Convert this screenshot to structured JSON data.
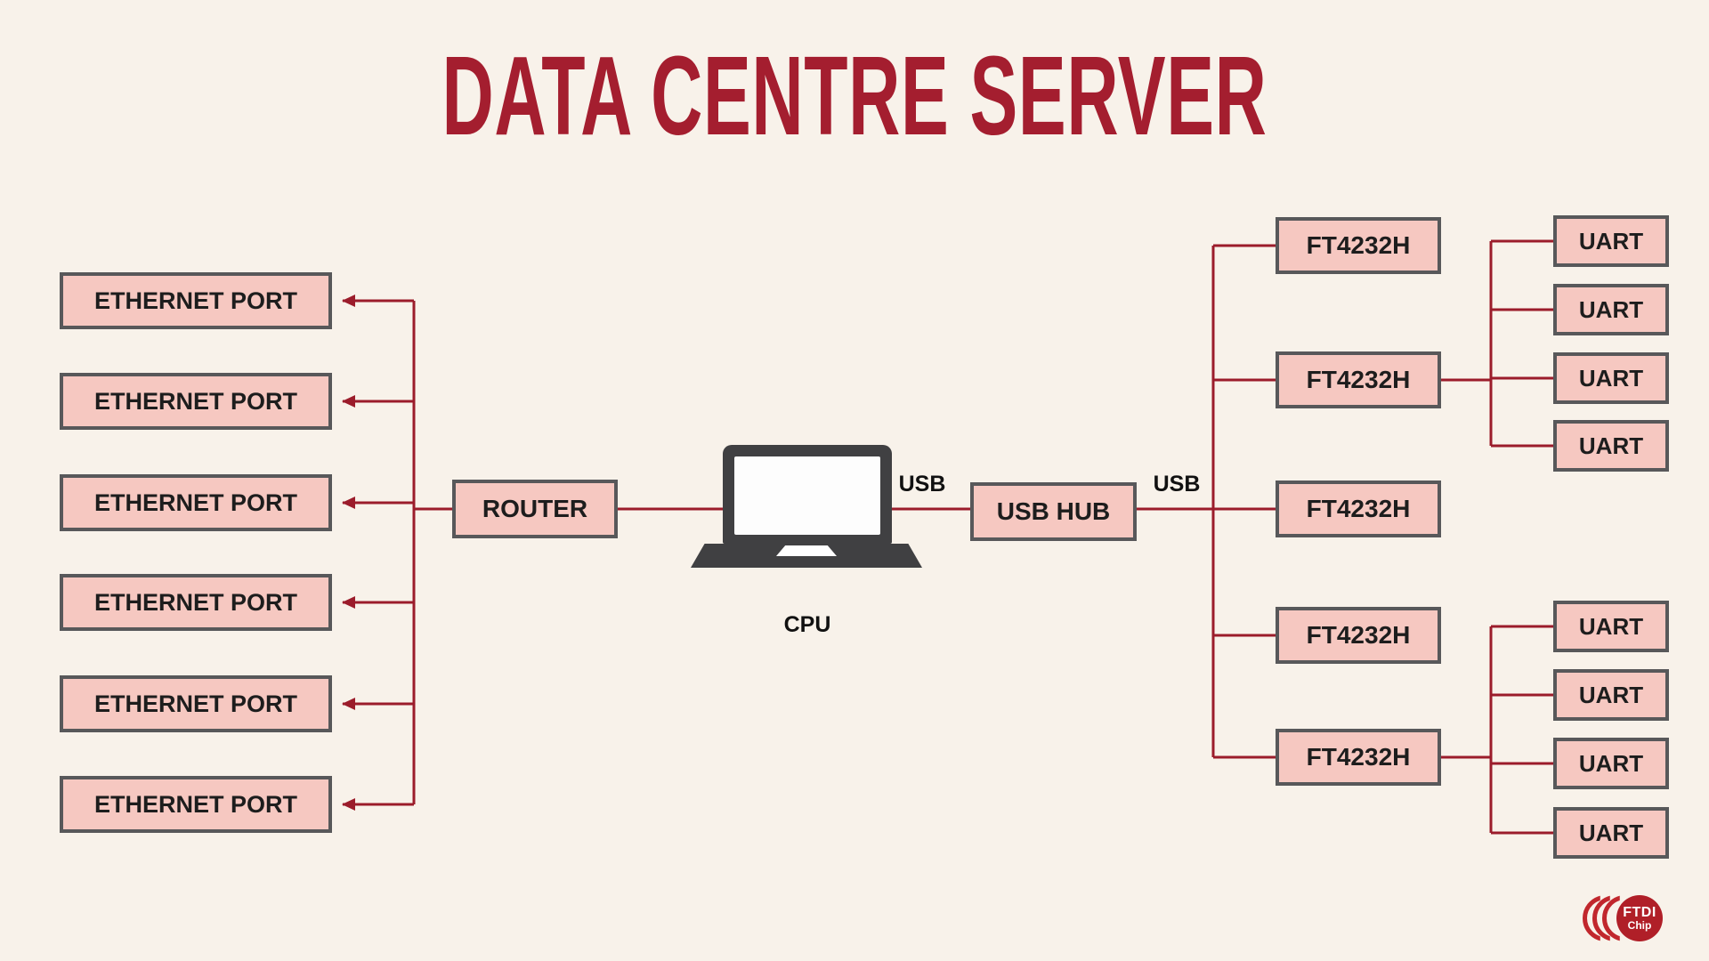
{
  "title": "DATA CENTRE SERVER",
  "cpu": {
    "label": "CPU"
  },
  "router": {
    "label": "ROUTER"
  },
  "usb_hub": {
    "label": "USB HUB"
  },
  "usb_left_label": "USB",
  "usb_right_label": "USB",
  "ethernet_ports": [
    {
      "label": "ETHERNET PORT"
    },
    {
      "label": "ETHERNET PORT"
    },
    {
      "label": "ETHERNET PORT"
    },
    {
      "label": "ETHERNET PORT"
    },
    {
      "label": "ETHERNET PORT"
    },
    {
      "label": "ETHERNET PORT"
    }
  ],
  "ft4232h_chips": [
    {
      "label": "FT4232H"
    },
    {
      "label": "FT4232H"
    },
    {
      "label": "FT4232H"
    },
    {
      "label": "FT4232H"
    },
    {
      "label": "FT4232H"
    }
  ],
  "uarts_top": [
    {
      "label": "UART"
    },
    {
      "label": "UART"
    },
    {
      "label": "UART"
    },
    {
      "label": "UART"
    }
  ],
  "uarts_bottom": [
    {
      "label": "UART"
    },
    {
      "label": "UART"
    },
    {
      "label": "UART"
    },
    {
      "label": "UART"
    }
  ],
  "logo": {
    "line1": "FTDI",
    "line2": "Chip"
  },
  "colors": {
    "background": "#f8f2ea",
    "box_fill": "#f6c8c1",
    "box_border": "#58585a",
    "line": "#9b1c2b",
    "title_text": "#a41e2f",
    "laptop": "#404042"
  }
}
